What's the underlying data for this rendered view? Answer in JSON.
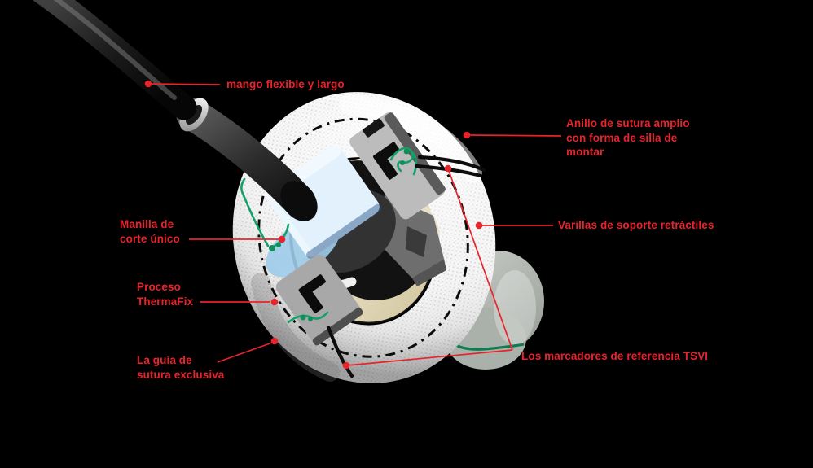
{
  "colors": {
    "background": "#000000",
    "accent_red": "#e8232b",
    "fabric_white": "#f7f7f7",
    "suture_green": "#0d7c50",
    "collar_blue": "#a9d4f0"
  },
  "labels": {
    "mango": {
      "text": "mango flexible y largo"
    },
    "anillo": {
      "lines": [
        "Anillo de sutura amplio",
        "con forma de silla de",
        "montar"
      ]
    },
    "manilla": {
      "lines": [
        "Manilla de",
        "corte único"
      ]
    },
    "varillas": {
      "text": "Varillas de soporte retráctiles"
    },
    "proceso": {
      "lines": [
        "Proceso",
        "ThermaFix"
      ]
    },
    "guia": {
      "lines": [
        "La guía de",
        "sutura exclusiva"
      ]
    },
    "marcadores": {
      "text": "Los marcadores de referencia TSVI"
    }
  }
}
